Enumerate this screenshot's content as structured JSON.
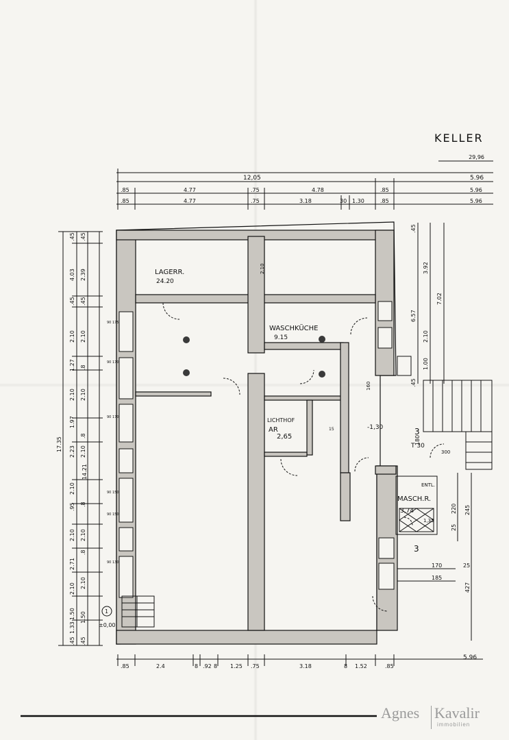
{
  "plan": {
    "title": "KELLER",
    "top_dims": {
      "total_29": "29,96",
      "total_12": "12,05",
      "row1": [
        ".85",
        "4.77",
        ".75",
        "4.78",
        ".85",
        "5.96"
      ],
      "row2": [
        ".85",
        "4.77",
        ".75",
        "3.18",
        "30",
        "1.30",
        ".85",
        "5.96"
      ],
      "row0_right": "5.96"
    },
    "left_dims": {
      "outer": [
        "17.35",
        "14.21"
      ],
      "inner": [
        ".45",
        "4.03",
        ".45",
        "2.10",
        "1.27",
        "2.10",
        "1.97",
        "2.23",
        "2.10",
        ".95",
        "2.10",
        "2.71",
        "2.10",
        "1.50",
        "1.33",
        ".45"
      ],
      "inner2": [
        ".45",
        "2.39",
        ".45",
        "2.10",
        ".8",
        "2.10",
        ".8",
        "2.10",
        ".8",
        "2.10",
        ".8",
        "2.10",
        "1.50",
        ".45"
      ],
      "windows": [
        "90\n175",
        "90\n170",
        "90\n170",
        "90\n150",
        "90\n150",
        "90\n130"
      ]
    },
    "right_dims": {
      "a": [
        ".45",
        "6.57",
        "3.92",
        "2.10",
        "1.00",
        ".45"
      ],
      "b": [
        "7.02"
      ],
      "lower": [
        "220",
        "245",
        "25",
        "427",
        "170",
        "25",
        "185"
      ],
      "stair": [
        "T 30",
        "3",
        "3"
      ]
    },
    "bottom_dims": [
      ".85",
      "2.4",
      "8",
      ".92",
      "8",
      "1.25",
      ".75",
      "3.18",
      "8",
      "1.52",
      ".85",
      "5.96"
    ],
    "rooms": {
      "lagerr": {
        "name": "LAGERR.",
        "area": "24.20"
      },
      "waschkueche": {
        "name": "WASCHKÜCHE",
        "area": "9.15"
      },
      "lichthof": {
        "name": "LICHTHOF",
        "sub": "AR",
        "area": "2,65"
      },
      "masch": {
        "name": "MASCH.R.",
        "top": "ENTL.",
        "area": "3,74",
        "sub": "1,35"
      },
      "level": "-1,30",
      "level2": "±0,00",
      "marker": "1"
    },
    "misc": {
      "h210": "2.10",
      "d300": "300",
      "d180": "180",
      "d15": "15",
      "d160": "160"
    }
  },
  "brand": {
    "first": "Agnes",
    "last": "Kavalir",
    "sub": "immobilien"
  },
  "colors": {
    "ink": "#111111",
    "wall_fill": "#c9c6c0",
    "paper": "#f6f5f1",
    "brand": "#9a9a9a"
  }
}
